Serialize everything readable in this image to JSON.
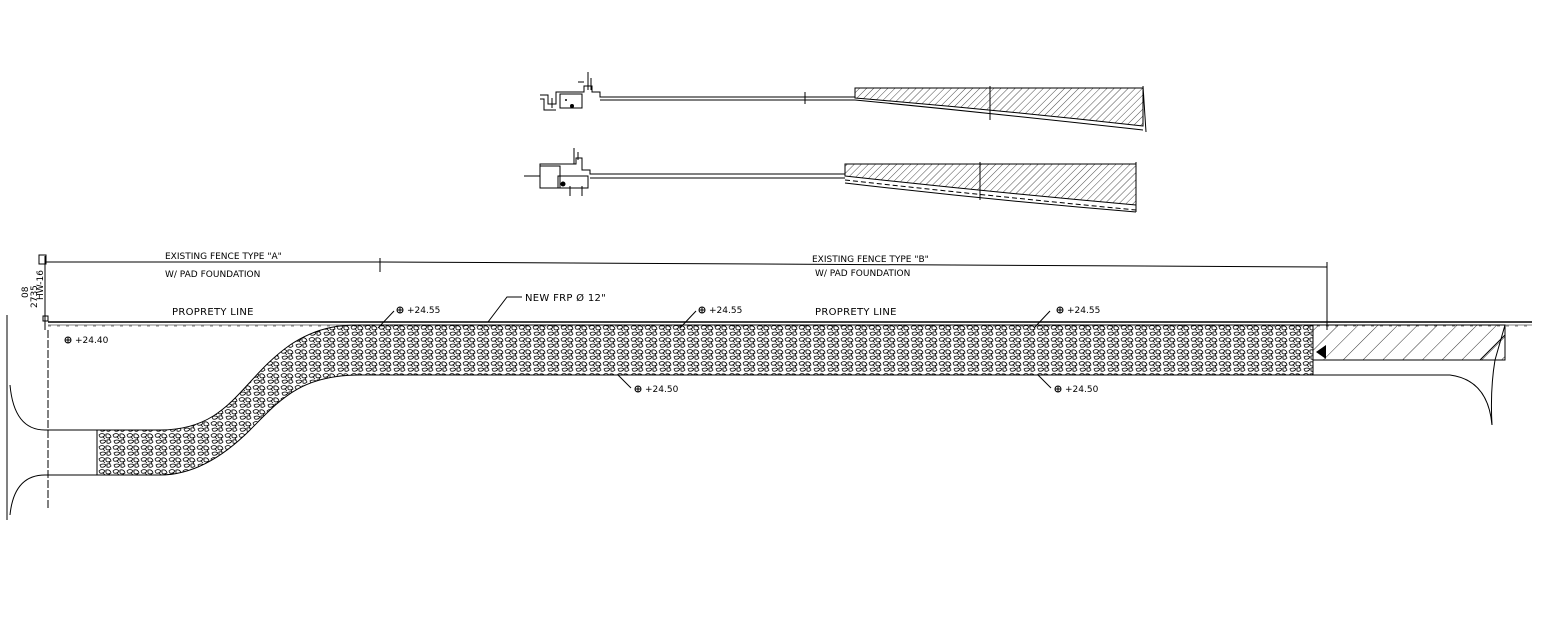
{
  "labels": {
    "fence_a_title": "EXISTING FENCE TYPE \"A\"",
    "fence_a_sub": "W/ PAD FOUNDATION",
    "fence_b_title": "EXISTING FENCE TYPE \"B\"",
    "fence_b_sub": "W/ PAD FOUNDATION",
    "property_line_1": "PROPRETY LINE",
    "property_line_2": "PROPRETY LINE",
    "new_frp": "NEW FRP Ø 12\"",
    "side_ref_1": "HW-16",
    "side_ref_2": "2735",
    "side_ref_3": "08"
  },
  "elevations": [
    {
      "id": "el-1",
      "text": "+24.40"
    },
    {
      "id": "el-2",
      "text": "+24.55"
    },
    {
      "id": "el-3",
      "text": "+24.55"
    },
    {
      "id": "el-4",
      "text": "+24.55"
    },
    {
      "id": "el-5",
      "text": "+24.50"
    },
    {
      "id": "el-6",
      "text": "+24.50"
    }
  ]
}
